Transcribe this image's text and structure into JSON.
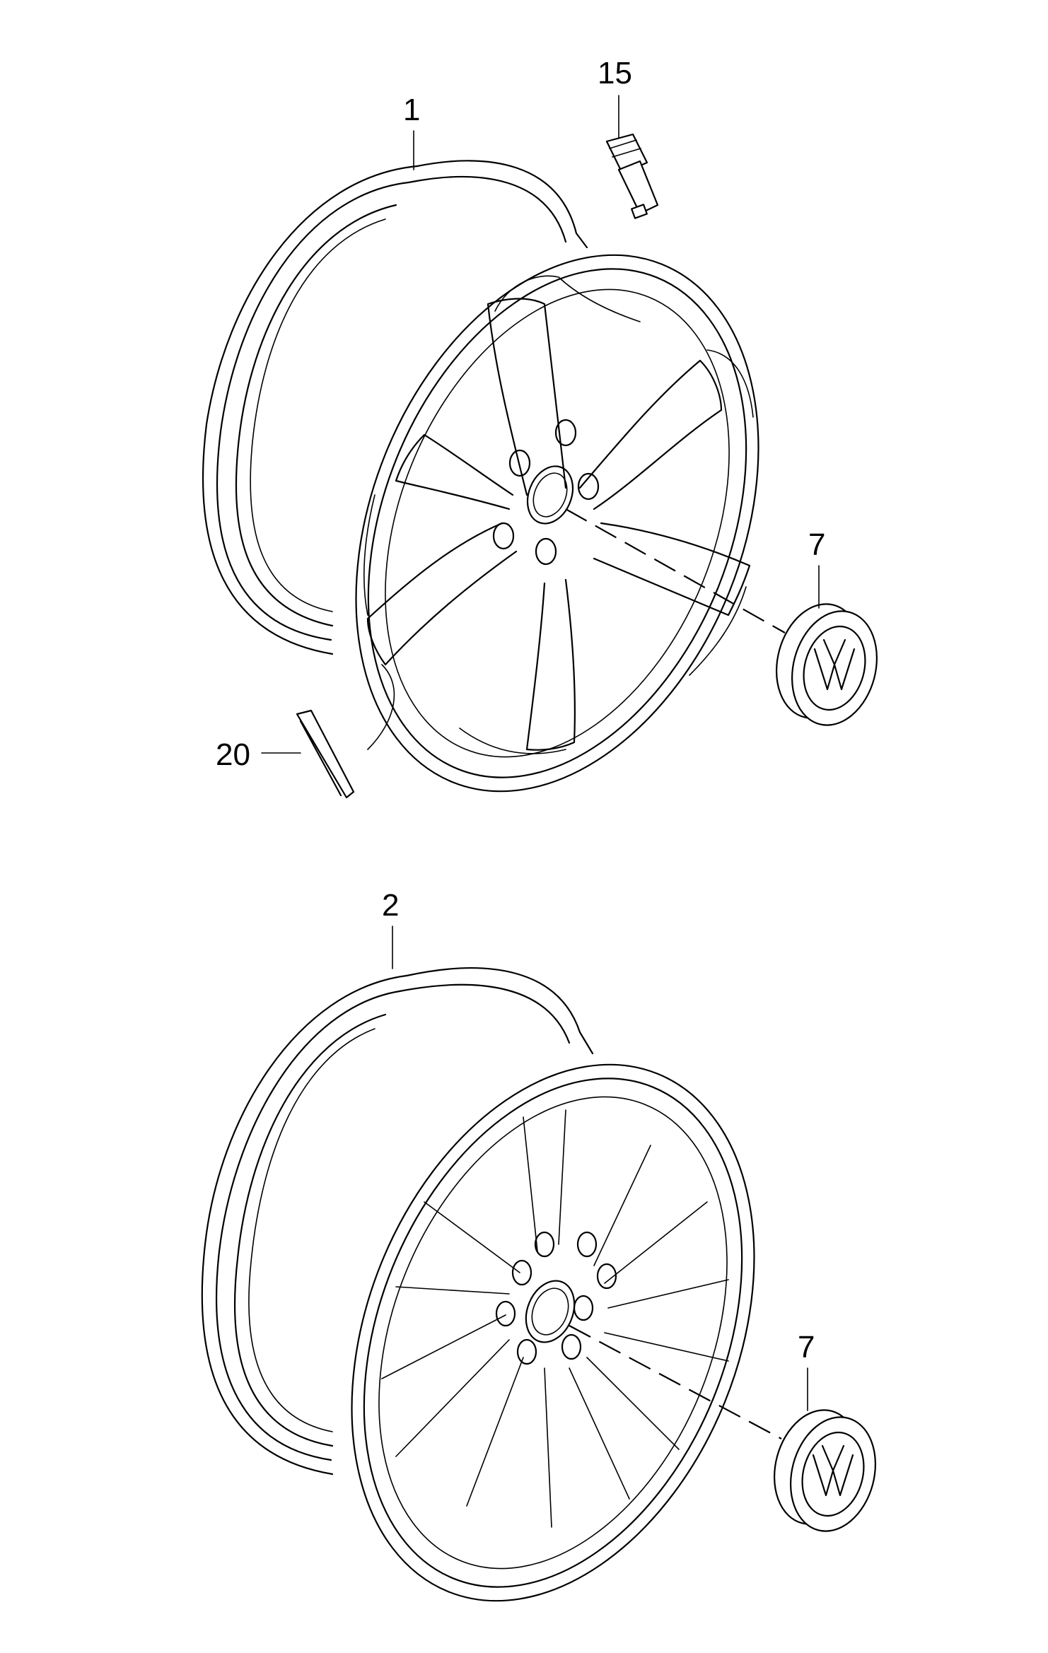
{
  "diagram": {
    "callouts": [
      {
        "id": "wheel_top",
        "label": "1"
      },
      {
        "id": "valve",
        "label": "15"
      },
      {
        "id": "cap_top",
        "label": "7"
      },
      {
        "id": "weight",
        "label": "20"
      },
      {
        "id": "wheel_bottom",
        "label": "2"
      },
      {
        "id": "cap_bottom",
        "label": "7"
      }
    ],
    "colors": {
      "line": "#000000",
      "background": "#ffffff"
    }
  }
}
